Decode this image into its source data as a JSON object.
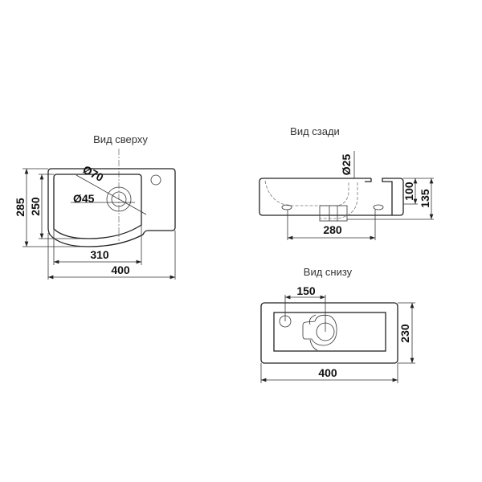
{
  "views": {
    "top": {
      "title": "Вид сверху",
      "dims": {
        "outer_depth": "285",
        "bowl_depth": "250",
        "bowl_width": "310",
        "total_width": "400",
        "drain_outer": "Ø70",
        "drain_inner": "Ø45"
      }
    },
    "back": {
      "title": "Вид сзади",
      "dims": {
        "pipe": "Ø25",
        "inner_height": "100",
        "total_height": "135",
        "mount_spacing": "280"
      }
    },
    "bottom": {
      "title": "Вид снизу",
      "dims": {
        "offset": "150",
        "depth": "230",
        "width": "400"
      }
    }
  }
}
